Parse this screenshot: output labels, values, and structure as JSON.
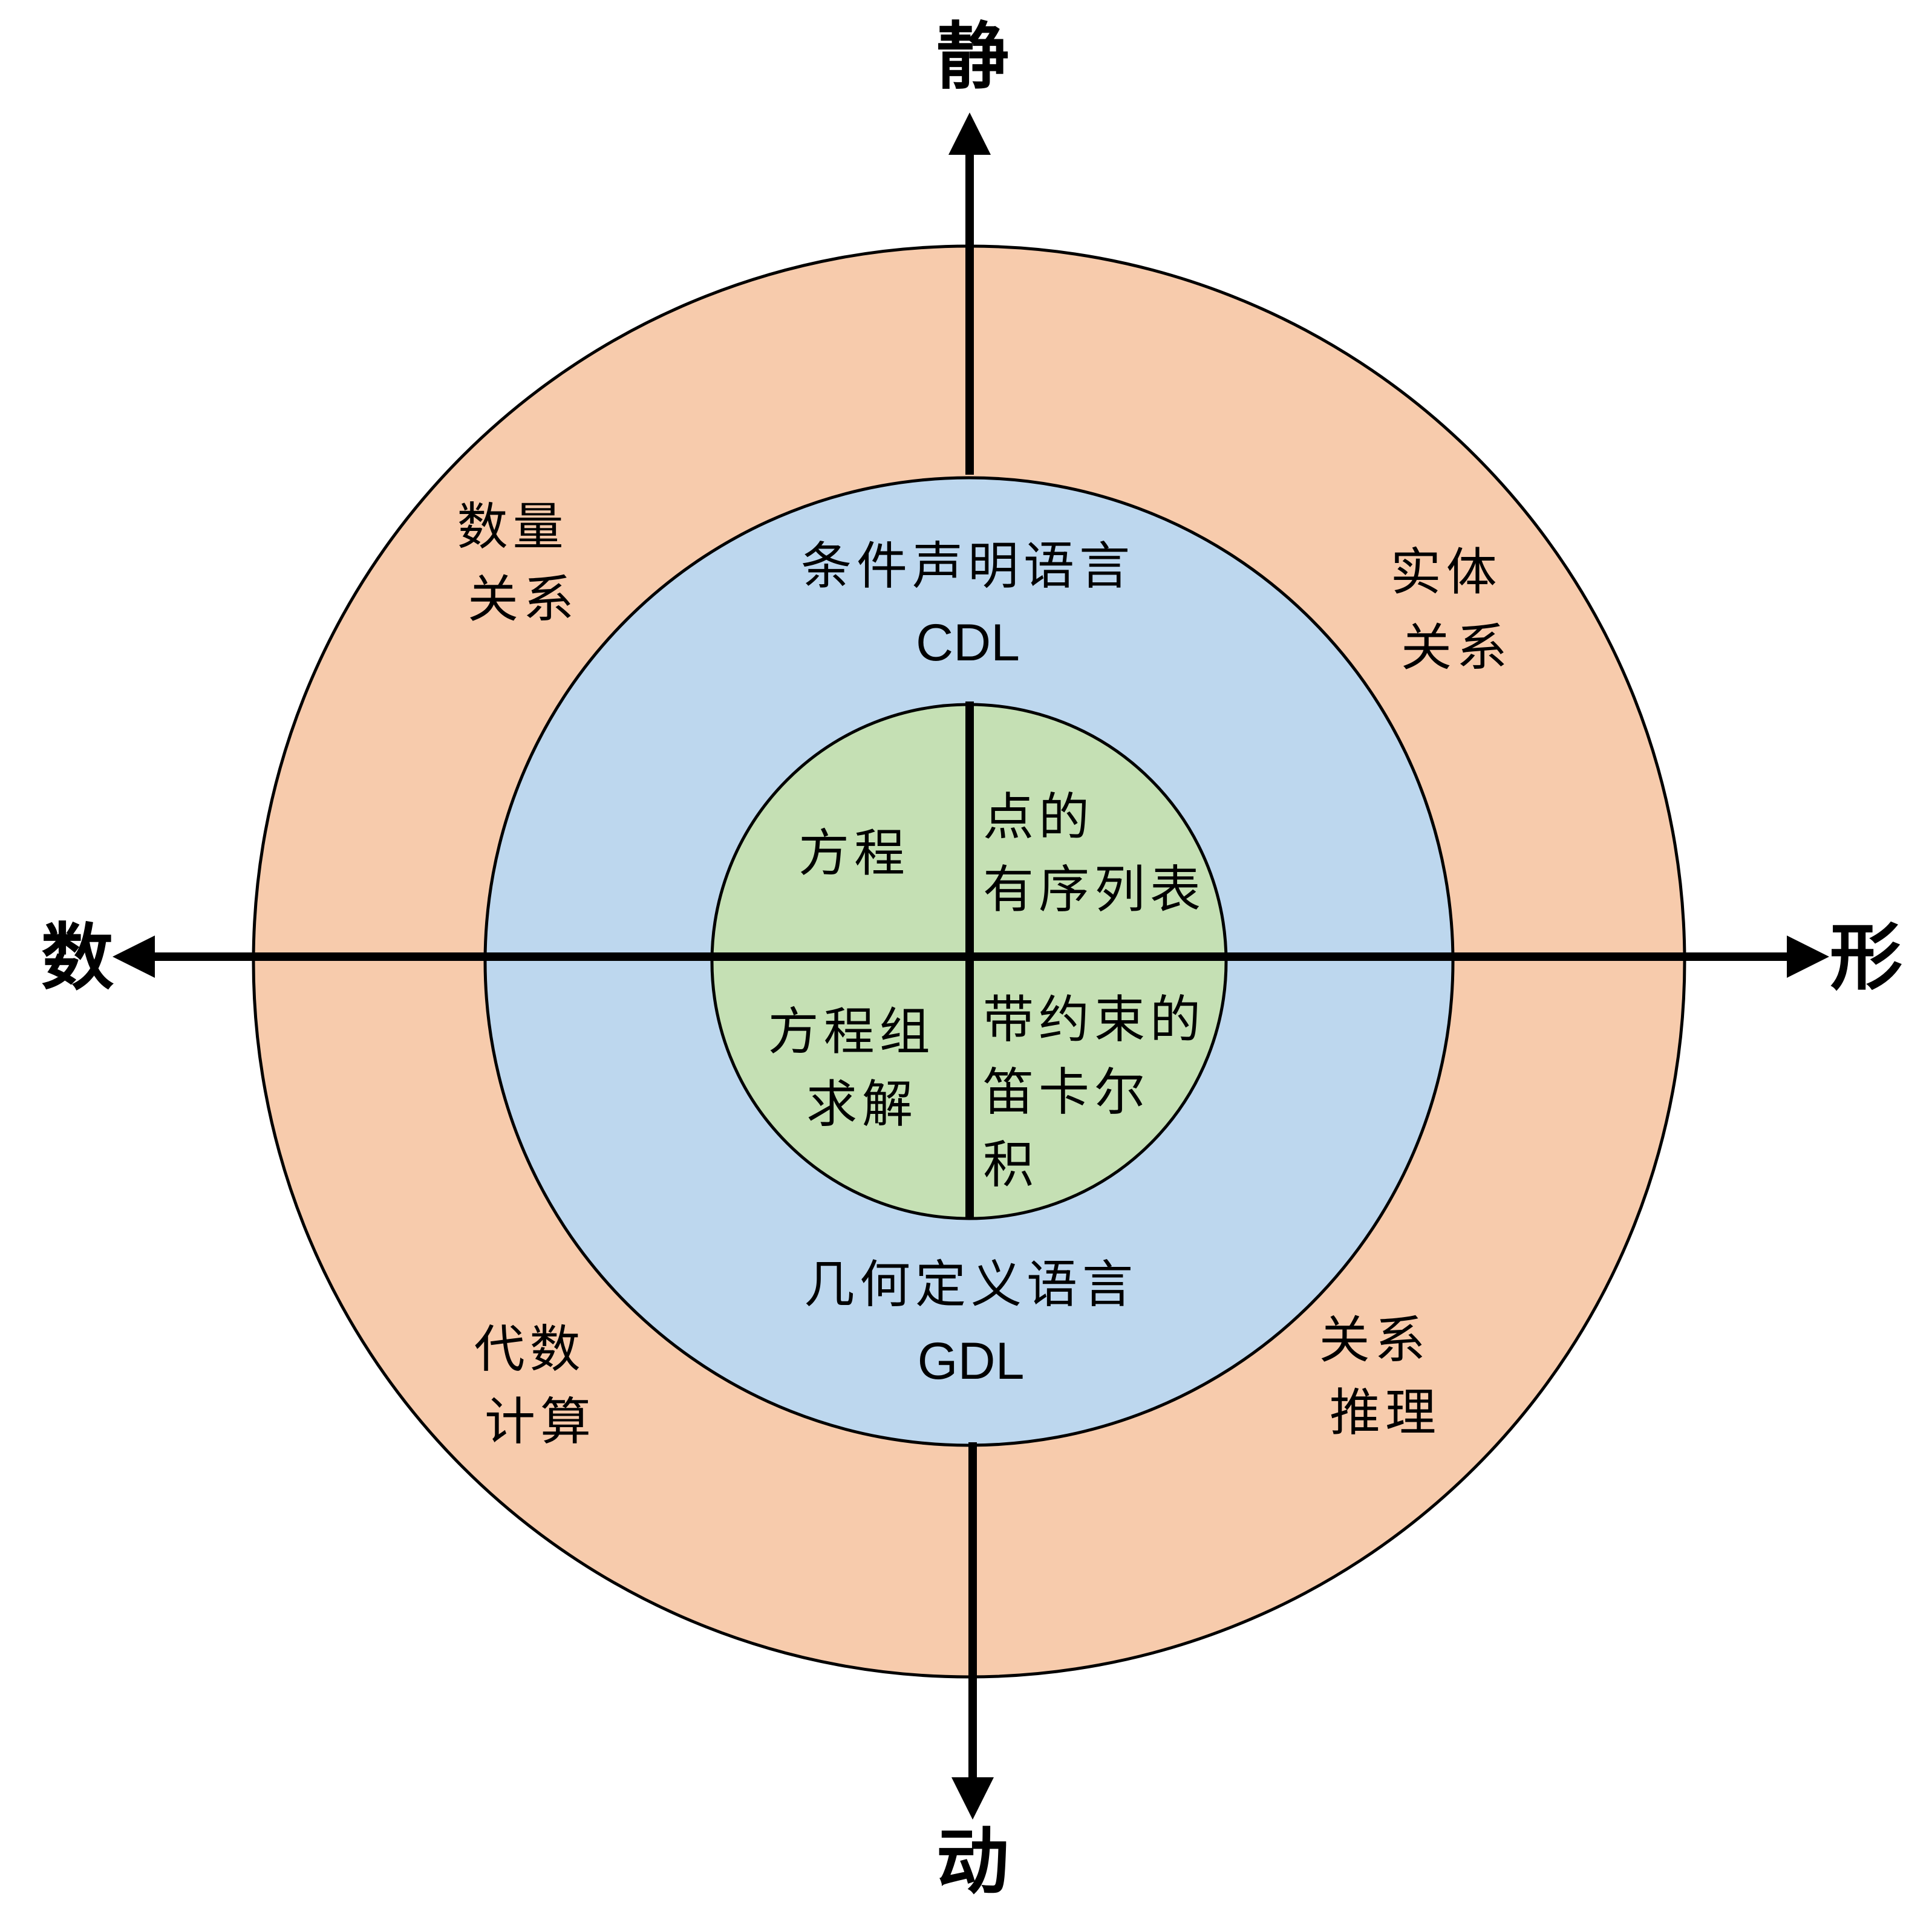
{
  "colors": {
    "outer_ring": "#F7CBAC",
    "middle_ring": "#BDD7EE",
    "inner_circle": "#C5E0B4",
    "stroke": "#000000"
  },
  "axes": {
    "top": "静",
    "bottom": "动",
    "left": "数",
    "right": "形"
  },
  "outer_ring": {
    "top_left": [
      "数量",
      "关系"
    ],
    "top_right": [
      "实体",
      "关系"
    ],
    "bottom_left": [
      "代数",
      "计算"
    ],
    "bottom_right": [
      "关系",
      "推理"
    ]
  },
  "middle_ring": {
    "top_title": "条件声明语言",
    "top_code": "CDL",
    "bottom_title": "几何定义语言",
    "bottom_code": "GDL"
  },
  "inner_circle": {
    "top_left": [
      "方程"
    ],
    "top_right": [
      "点的",
      "有序列表"
    ],
    "bottom_left": [
      "方程组",
      "求解"
    ],
    "bottom_right": [
      "带约束的",
      "笛卡尔",
      "积"
    ]
  }
}
